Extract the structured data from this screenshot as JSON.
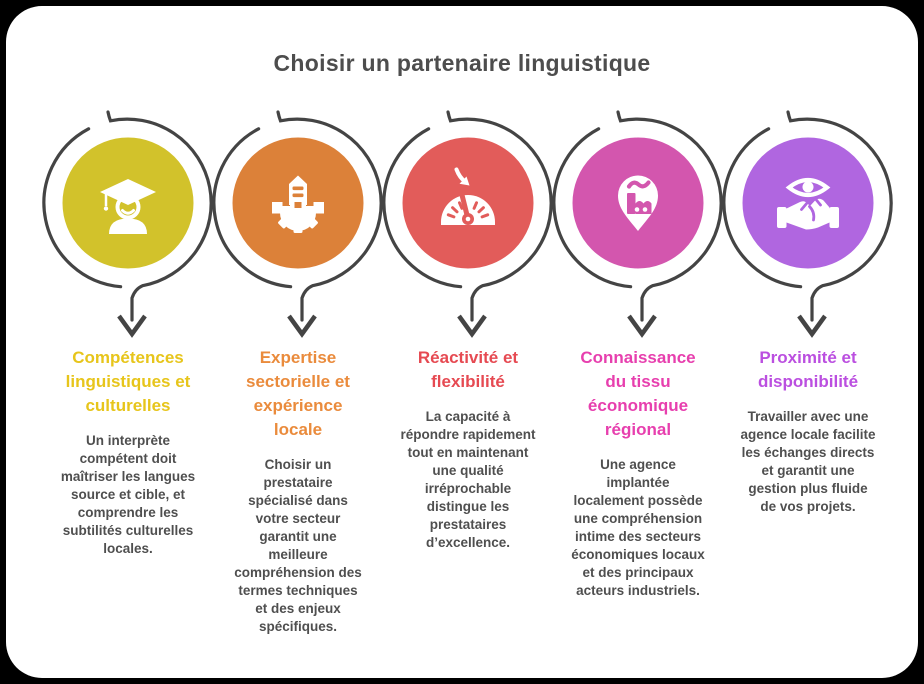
{
  "page": {
    "title": "Choisir un partenaire linguistique"
  },
  "colors": {
    "background": "#000000",
    "card": "#ffffff",
    "title_text": "#4d4d4d",
    "body_text": "#4f4f4f",
    "arrow": "#444444"
  },
  "items": [
    {
      "icon": "graduate-icon",
      "circle_color": "#d2c22b",
      "heading_color": "#e7c51b",
      "heading": "Compétences\nlinguistiques et\nculturelles",
      "body": "Un interprète\ncompétent doit\nmaîtriser les langues\nsource et cible, et\ncomprendre les\nsubtilités culturelles\nlocales."
    },
    {
      "icon": "industry-gear-icon",
      "circle_color": "#dc8139",
      "heading_color": "#ea8b3c",
      "heading": "Expertise\nsectorielle et\nexpérience\nlocale",
      "body": "Choisir un\nprestataire\nspécialisé dans\nvotre secteur\ngarantit une\nmeilleure\ncompréhension des\ntermes techniques\net des enjeux\nspécifiques."
    },
    {
      "icon": "speedometer-icon",
      "circle_color": "#e25c5a",
      "heading_color": "#e64a52",
      "heading": "Réactivité et\nflexibilité",
      "body": "La capacité à\nrépondre rapidement\ntout en maintenant\nune qualité\nirréprochable\ndistingue les\nprestataires\nd’excellence."
    },
    {
      "icon": "factory-pin-icon",
      "circle_color": "#d356ae",
      "heading_color": "#e73fae",
      "heading": "Connaissance\ndu tissu\néconomique\nrégional",
      "body": "Une agence\nimplantée\nlocalement possède\nune compréhension\nintime des secteurs\néconomiques locaux\net des principaux\nacteurs industriels."
    },
    {
      "icon": "eye-handshake-icon",
      "circle_color": "#b066e0",
      "heading_color": "#bb4fe0",
      "heading": "Proximité et\ndisponibilité",
      "body": "Travailler avec une\nagence locale facilite\nles échanges directs\net garantit une\ngestion plus fluide\nde vos projets."
    }
  ]
}
